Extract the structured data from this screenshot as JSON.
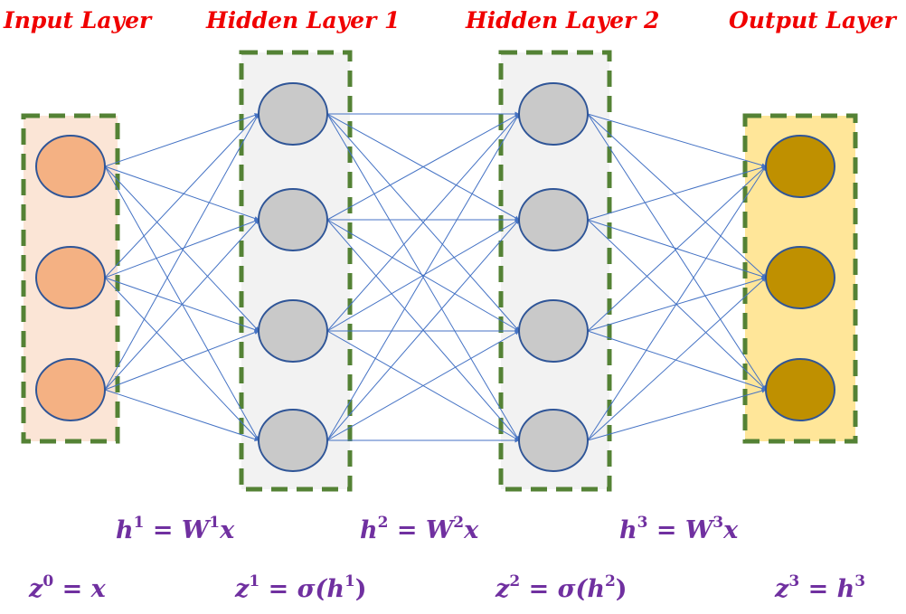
{
  "layers": [
    {
      "id": "input",
      "title": "Input Layer",
      "nodes": 3,
      "fill": "#f4b183",
      "box_fill": "#fbe5d6"
    },
    {
      "id": "hidden1",
      "title": "Hidden Layer 1",
      "nodes": 4,
      "fill": "#c9c9c9",
      "box_fill": "#f2f2f2"
    },
    {
      "id": "hidden2",
      "title": "Hidden Layer 2",
      "nodes": 4,
      "fill": "#c9c9c9",
      "box_fill": "#f2f2f2"
    },
    {
      "id": "output",
      "title": "Output Layer",
      "nodes": 3,
      "fill": "#bf9000",
      "box_fill": "#ffe699"
    }
  ],
  "colors": {
    "title": "#f00000",
    "equation": "#7030a0",
    "dashed_border": "#548235",
    "node_stroke": "#2f5597",
    "edge": "#4472c4"
  },
  "equations": {
    "row1": [
      {
        "var": "h",
        "sup": "1",
        "rhs_var": "W",
        "rhs_sup": "1",
        "rhs_tail": "x"
      },
      {
        "var": "h",
        "sup": "2",
        "rhs_var": "W",
        "rhs_sup": "2",
        "rhs_tail": "x"
      },
      {
        "var": "h",
        "sup": "3",
        "rhs_var": "W",
        "rhs_sup": "3",
        "rhs_tail": "x"
      }
    ],
    "row2": [
      {
        "var": "z",
        "sup": "0",
        "rhs": "x"
      },
      {
        "var": "z",
        "sup": "1",
        "rhs_pre": "σ(",
        "rhs_var": "h",
        "rhs_sup": "1",
        "rhs_post": ")"
      },
      {
        "var": "z",
        "sup": "2",
        "rhs_pre": "σ(",
        "rhs_var": "h",
        "rhs_sup": "2",
        "rhs_post": ")"
      },
      {
        "var": "z",
        "sup": "3",
        "rhs_var": "h",
        "rhs_sup": "3"
      }
    ],
    "equals": "="
  }
}
